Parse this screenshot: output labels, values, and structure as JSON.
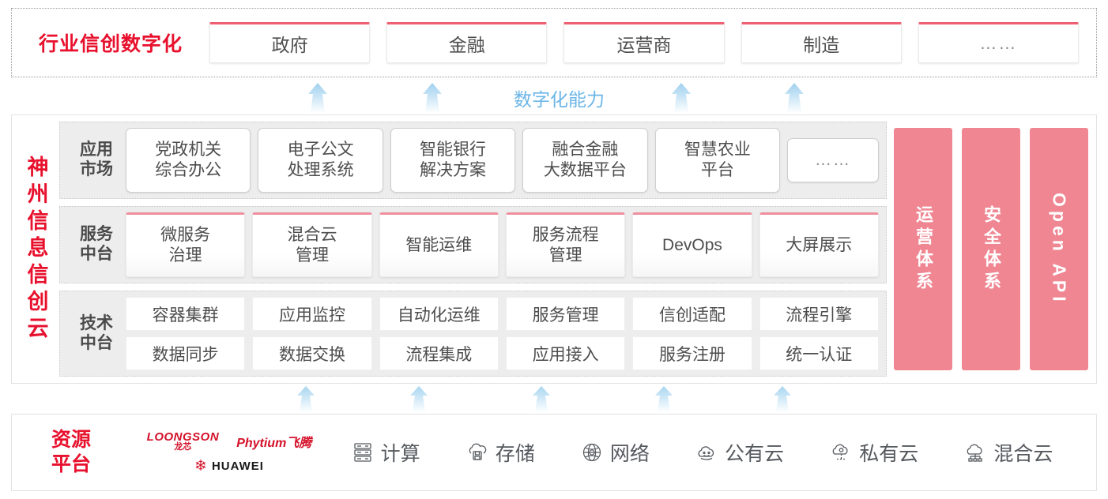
{
  "industry": {
    "title": "行业信创数字化",
    "boxes": [
      {
        "label": "政府"
      },
      {
        "label": "金融"
      },
      {
        "label": "运营商"
      },
      {
        "label": "制造"
      },
      {
        "label": "……"
      }
    ]
  },
  "capability": {
    "label": "数字化能力",
    "arrow_count_top": 4,
    "arrow_count_bottom": 5,
    "arrow_color": "#bfe0f5"
  },
  "cloud": {
    "title": "神州信息信创云",
    "layers": [
      {
        "name": "app-market",
        "label": "应用\n市场",
        "label_line1": "应用",
        "label_line2": "市场",
        "cards": [
          {
            "l1": "党政机关",
            "l2": "综合办公"
          },
          {
            "l1": "电子公文",
            "l2": "处理系统"
          },
          {
            "l1": "智能银行",
            "l2": "解决方案"
          },
          {
            "l1": "融合金融",
            "l2": "大数据平台"
          },
          {
            "l1": "智慧农业",
            "l2": "平台"
          },
          {
            "l1": "……",
            "l2": "",
            "small": true
          }
        ]
      },
      {
        "name": "service-platform",
        "label_line1": "服务",
        "label_line2": "中台",
        "cards": [
          {
            "l1": "微服务",
            "l2": "治理"
          },
          {
            "l1": "混合云",
            "l2": "管理"
          },
          {
            "l1": "智能运维",
            "l2": ""
          },
          {
            "l1": "服务流程",
            "l2": "管理"
          },
          {
            "l1": "DevOps",
            "l2": ""
          },
          {
            "l1": "大屏展示",
            "l2": ""
          }
        ]
      },
      {
        "name": "tech-platform",
        "label_line1": "技术",
        "label_line2": "中台",
        "row1": [
          "容器集群",
          "应用监控",
          "自动化运维",
          "服务管理",
          "信创适配",
          "流程引擎"
        ],
        "row2": [
          "数据同步",
          "数据交换",
          "流程集成",
          "应用接入",
          "服务注册",
          "统一认证"
        ]
      }
    ],
    "pillars": [
      {
        "label": "运营体系",
        "latin": false
      },
      {
        "label": "安全体系",
        "latin": false
      },
      {
        "label": "Open API",
        "latin": true
      }
    ],
    "pillar_color": "#ef8692"
  },
  "resource": {
    "title_line1": "资源",
    "title_line2": "平台",
    "vendors": [
      {
        "name": "LOONGSON",
        "cn": "龙芯",
        "id": "loongson"
      },
      {
        "name": "Phytium飞腾",
        "id": "phytium"
      },
      {
        "name": "HUAWEI",
        "id": "huawei"
      }
    ],
    "items": [
      {
        "label": "计算",
        "icon": "server-icon"
      },
      {
        "label": "存储",
        "icon": "cloud-storage-icon"
      },
      {
        "label": "网络",
        "icon": "network-globe-icon"
      },
      {
        "label": "公有云",
        "icon": "public-cloud-icon"
      },
      {
        "label": "私有云",
        "icon": "private-cloud-icon"
      },
      {
        "label": "混合云",
        "icon": "hybrid-cloud-icon"
      }
    ]
  },
  "colors": {
    "brand_red": "#e8112d",
    "accent_pink": "#ef8692",
    "arrow_blue": "#bfe0f5",
    "panel_gray": "#ededed"
  }
}
